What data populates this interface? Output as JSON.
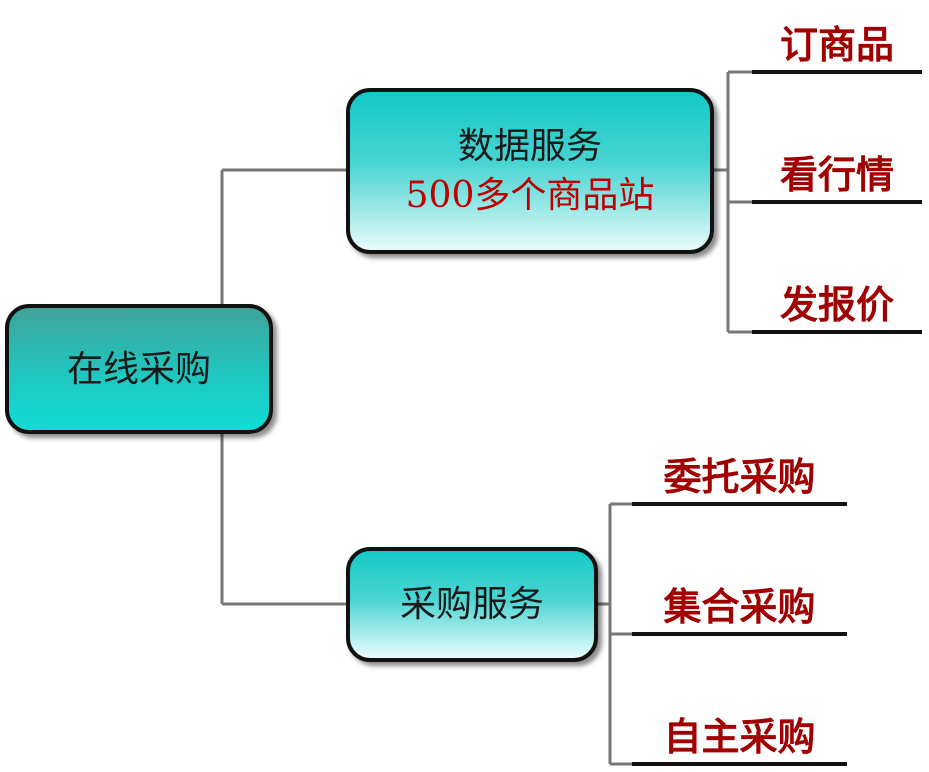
{
  "root": {
    "label": "在线采购"
  },
  "branches": [
    {
      "label": "数据服务",
      "sublabel": "500多个商品站",
      "leaves": [
        "订商品",
        "看行情",
        "发报价"
      ]
    },
    {
      "label": "采购服务",
      "leaves": [
        "委托采购",
        "集合采购",
        "自主采购"
      ]
    }
  ],
  "colors": {
    "connector": "#777777",
    "node_border": "#111111",
    "node_fill": "#1fc7c0",
    "leaf_text": "#a00000",
    "sublabel_text": "#c00000"
  }
}
